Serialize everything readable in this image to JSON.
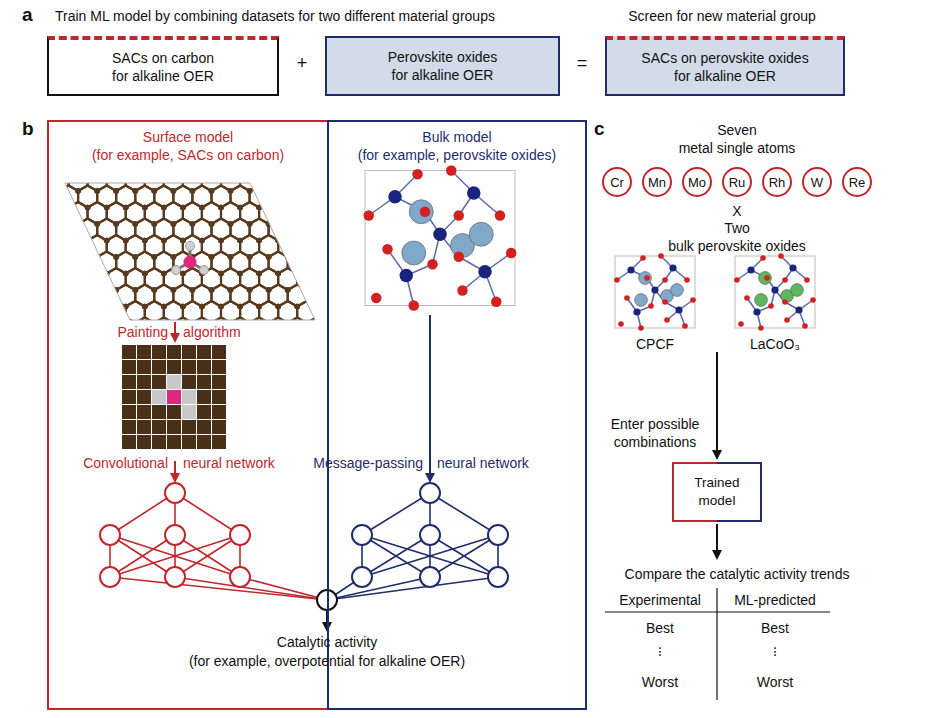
{
  "diagram": {
    "nodes": [
      {
        "text": [
          "SACs on carbon",
          "for alkaline OER"
        ]
      },
      {
        "text": [
          "Perovskite oxides",
          "for alkaline OER"
        ]
      },
      {
        "text": [
          "SACs on perovskite oxides",
          "for alkaline OER"
        ]
      },
      {
        "text": [
          "Surface model",
          "(for example, SACs on carbon)"
        ]
      },
      {
        "text": [
          "Bulk model",
          "(for example, perovskite oxides)"
        ]
      },
      {
        "text": [
          "Cr"
        ]
      },
      {
        "text": [
          "Mn"
        ]
      },
      {
        "text": [
          "Mo"
        ]
      },
      {
        "text": [
          "Ru"
        ]
      },
      {
        "text": [
          "Rh"
        ]
      },
      {
        "text": [
          "W"
        ]
      },
      {
        "text": [
          "Re"
        ]
      },
      {
        "text": [
          "Trained model"
        ]
      }
    ],
    "labels": [
      "a",
      "Train ML model by combining datasets for two different material groups",
      "+",
      "=",
      "Screen for new material group",
      "b",
      "Painting",
      "algorithm",
      "Convolutional",
      "neural network",
      "Message-passing",
      "neural network",
      "Catalytic activity",
      "(for example, overpotential for alkaline OER)",
      "c",
      "Seven",
      "metal single atoms",
      "X",
      "Two",
      "bulk perovskite oxides",
      "CPCF",
      "LaCoO₃",
      "Enter possible",
      "combinations",
      "Compare the catalytic activity trends",
      "Experimental",
      "ML-predicted",
      "Best",
      "Best",
      "⁝",
      "⁝",
      "Worst",
      "Worst"
    ]
  }
}
